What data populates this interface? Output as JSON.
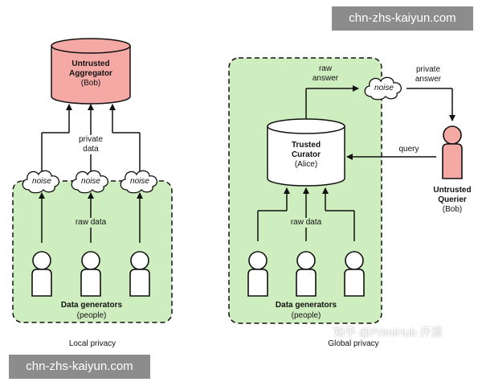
{
  "watermarks": {
    "top_right": "chn-zhs-kaiyun.com",
    "bottom_left": "chn-zhs-kaiyun.com",
    "faint": "知乎 @PrimiHub 开源"
  },
  "local": {
    "aggregator_title": "Untrusted\nAggregator",
    "aggregator_sub": "(Bob)",
    "private_data": "private\ndata",
    "noise": "noise",
    "raw_data": "raw data",
    "generators_title": "Data generators",
    "generators_sub": "(people)",
    "caption": "Local privacy"
  },
  "global": {
    "raw_answer": "raw\nanswer",
    "noise": "noise",
    "private_answer": "private\nanswer",
    "curator_title": "Trusted\nCurator",
    "curator_sub": "(Alice)",
    "query": "query",
    "querier_title": "Untrusted\nQuerier",
    "querier_sub": "(Bob)",
    "raw_data": "raw data",
    "generators_title": "Data generators",
    "generators_sub": "(people)",
    "caption": "Global privacy"
  },
  "colors": {
    "region_fill": "#cfeec0",
    "untrusted_fill": "#f5a9a4",
    "trusted_fill": "#ffffff",
    "outline": "#111111",
    "watermark_bg": "#8c8c8c"
  }
}
